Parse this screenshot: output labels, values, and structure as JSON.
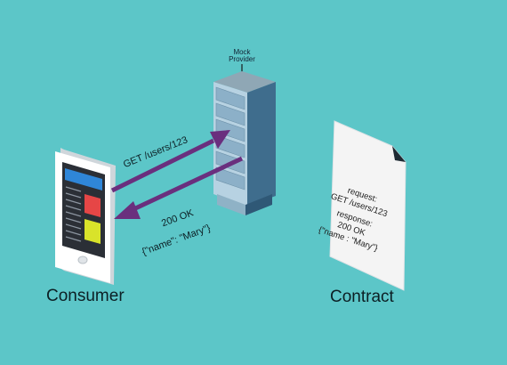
{
  "server": {
    "line1": "Mock",
    "line2": "Provider"
  },
  "request_label": "GET /users/123",
  "response": {
    "line1": "200 OK",
    "line2": "{\"name\": \"Mary\"}"
  },
  "consumer_label": "Consumer",
  "contract": {
    "label": "Contract",
    "lines": [
      "request:",
      "GET /users/123",
      "response:",
      "200 OK",
      "{\"name : \"Mary\"}"
    ]
  },
  "colors": {
    "background": "#5cc6c8",
    "arrow": "#6a2f7e",
    "phone_body": "#ffffff",
    "phone_screen": "#2b2f36",
    "server_front": "#b7d2e2",
    "server_side": "#3f6d8d",
    "paper": "#ffffff"
  }
}
